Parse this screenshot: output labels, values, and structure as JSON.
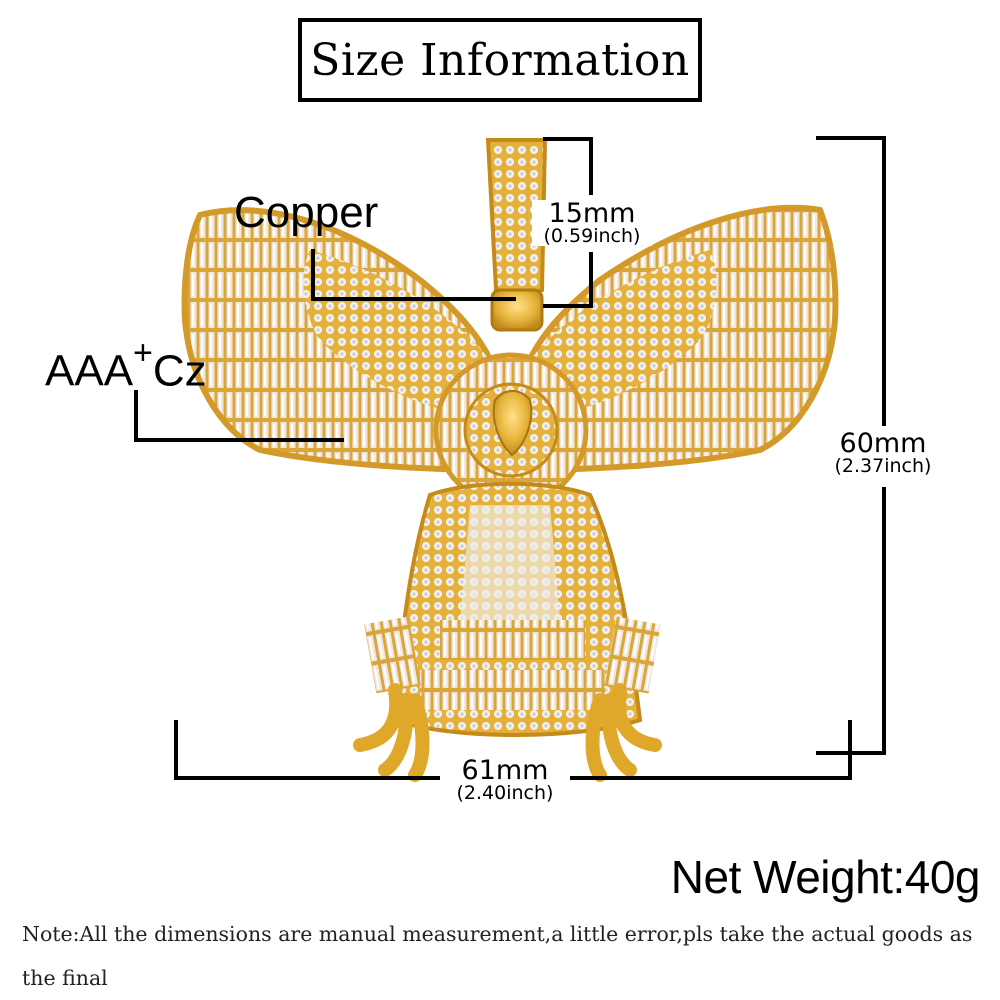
{
  "header": {
    "title": "Size Information"
  },
  "product": {
    "name": "Gold eagle pendant with baguette and round CZ stones",
    "colors": {
      "gold": "#e7b43a",
      "gold_dark": "#b8860b",
      "stone": "#efe9e4",
      "line": "#000000"
    }
  },
  "materials": {
    "metal_label": "Copper",
    "stone_label_prefix": "AAA",
    "stone_label_sup": "+",
    "stone_label_suffix": "Cz"
  },
  "dimensions": {
    "bail": {
      "value": "15mm",
      "inch": "(0.59inch)"
    },
    "height": {
      "value": "60mm",
      "inch": "(2.37inch)"
    },
    "width": {
      "value": "61mm",
      "inch": "(2.40inch)"
    }
  },
  "weight": {
    "label": "Net Weight:40g"
  },
  "note": {
    "text": "Note:All the dimensions are manual measurement,a little error,pls take the actual goods as the final"
  }
}
